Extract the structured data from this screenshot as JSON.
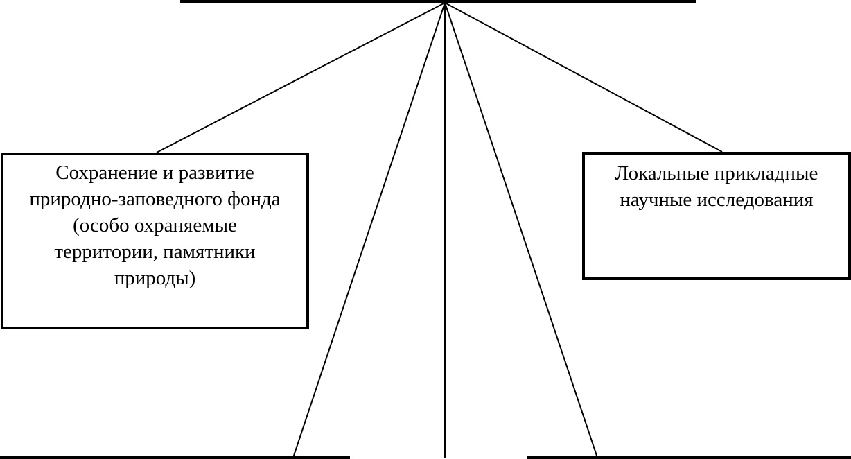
{
  "diagram": {
    "nodes": [
      {
        "id": "conservation",
        "text": "Сохранение и развитие\nприродно-заповедного фонда\n(особо охраняемые\nтерритории, памятники\nприроды)"
      },
      {
        "id": "local-research",
        "text": "Локальные прикладные\nнаучные исследования"
      }
    ]
  }
}
